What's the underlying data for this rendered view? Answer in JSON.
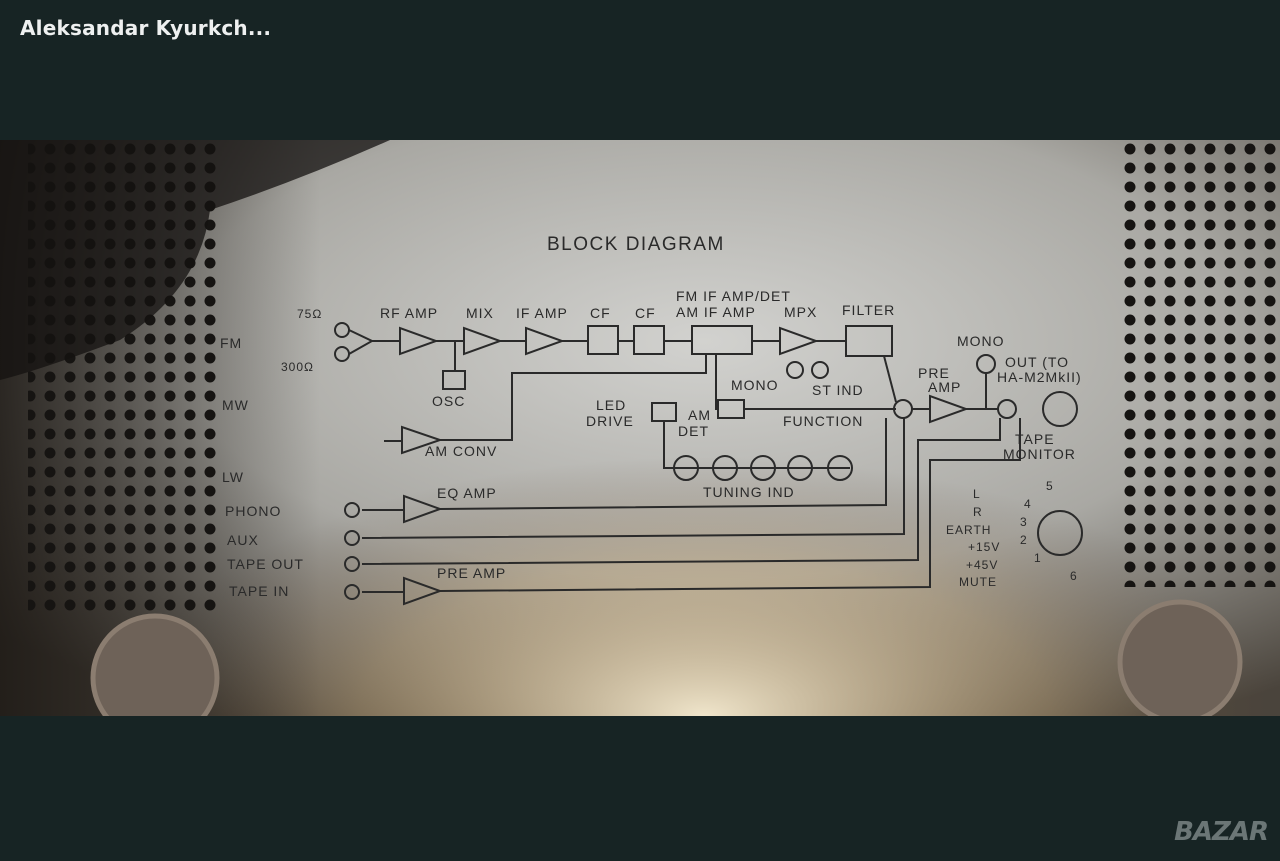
{
  "header": {
    "title": "Aleksandar Kyurkch..."
  },
  "brand": {
    "logo_text": "BAZAR"
  },
  "photo": {
    "diagram_title": "BLOCK DIAGRAM",
    "inputs": {
      "fm": "FM",
      "mw": "MW",
      "lw": "LW",
      "phono": "PHONO",
      "aux": "AUX",
      "tape_out": "TAPE OUT",
      "tape_in": "TAPE IN"
    },
    "antenna": {
      "ohm75": "75Ω",
      "ohm300": "300Ω"
    },
    "blocks": {
      "rf_amp": "RF AMP",
      "mix": "MIX",
      "if_amp": "IF AMP",
      "cf1": "CF",
      "cf2": "CF",
      "fm_if": "FM IF AMP/DET",
      "am_if": "AM IF AMP",
      "mpx": "MPX",
      "filter": "FILTER",
      "osc": "OSC",
      "led": "LED",
      "drive": "DRIVE",
      "am": "AM",
      "det": "DET",
      "mono": "MONO",
      "st_ind": "ST IND",
      "function": "FUNCTION",
      "am_conv": "AM CONV",
      "tuning_ind": "TUNING IND",
      "eq_amp": "EQ AMP",
      "pre_amp_in": "PRE AMP",
      "pre": "PRE",
      "amp": "AMP",
      "mono_out": "MONO",
      "out_to": "OUT (TO",
      "out_model": "HA-M2MkII)",
      "tape": "TAPE",
      "monitor": "MONITOR"
    },
    "pins": {
      "l": "L",
      "r": "R",
      "earth": "EARTH",
      "v15": "+15V",
      "v45": "+45V",
      "mute": "MUTE",
      "n5": "5",
      "n4": "4",
      "n3": "3",
      "n2": "2",
      "n1": "1",
      "n6": "6"
    }
  }
}
